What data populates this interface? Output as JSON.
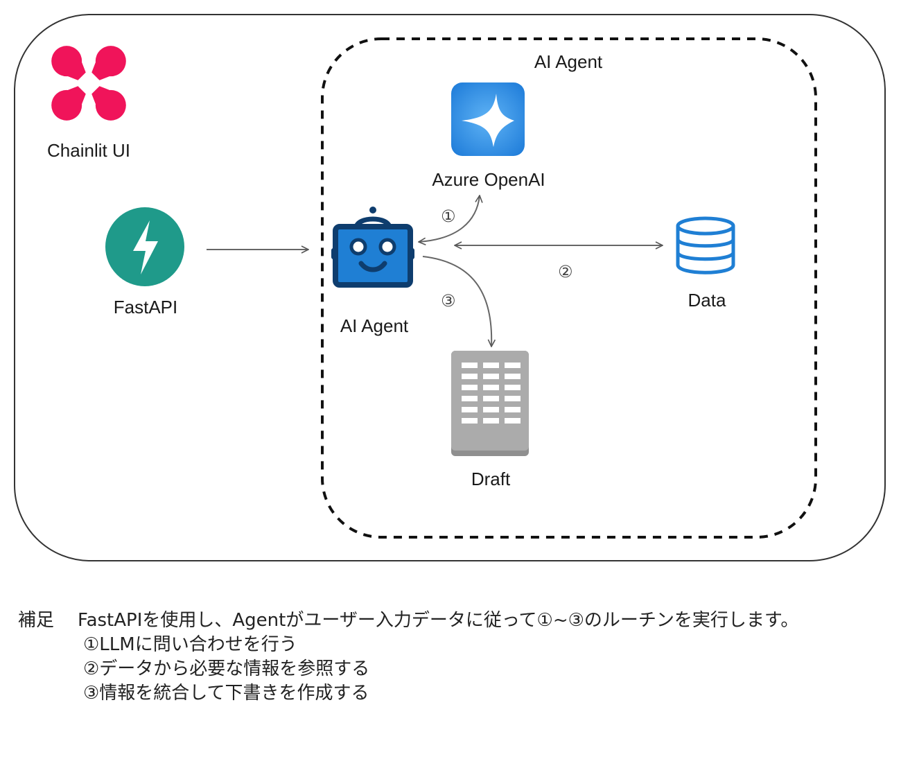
{
  "diagram": {
    "outer_container": {
      "label": ""
    },
    "agent_group": {
      "label": "AI Agent"
    },
    "nodes": {
      "chainlit": {
        "label": "Chainlit UI",
        "icon": "chainlit-logo-icon",
        "color": "#f0145a"
      },
      "fastapi": {
        "label": "FastAPI",
        "icon": "lightning-bolt-icon",
        "color": "#1f9a8a"
      },
      "ai_agent": {
        "label": "AI Agent",
        "icon": "robot-icon",
        "color": "#1f7fd4",
        "outline": "#0e3d6e"
      },
      "azure_openai": {
        "label": "Azure OpenAI",
        "icon": "sparkle-icon",
        "color": "#2a8fe6"
      },
      "data": {
        "label": "Data",
        "icon": "database-icon",
        "color": "#1f7fd4"
      },
      "draft": {
        "label": "Draft",
        "icon": "document-grid-icon",
        "color": "#a8a8a8"
      }
    },
    "edges": [
      {
        "from": "FastAPI",
        "to": "AI Agent",
        "label": ""
      },
      {
        "from": "AI Agent",
        "to": "Azure OpenAI",
        "label": "①",
        "bidirectional": true
      },
      {
        "from": "AI Agent",
        "to": "Data",
        "label": "②",
        "bidirectional": true
      },
      {
        "from": "AI Agent",
        "to": "Draft",
        "label": "③",
        "bidirectional": false
      }
    ]
  },
  "notes": {
    "heading": "補足",
    "intro": "FastAPIを使用し、Agentがユーザー入力データに従って①~③のルーチンを実行します。",
    "steps": [
      "①LLMに問い合わせを行う",
      "②データから必要な情報を参照する",
      "③情報を統合して下書きを作成する"
    ]
  }
}
